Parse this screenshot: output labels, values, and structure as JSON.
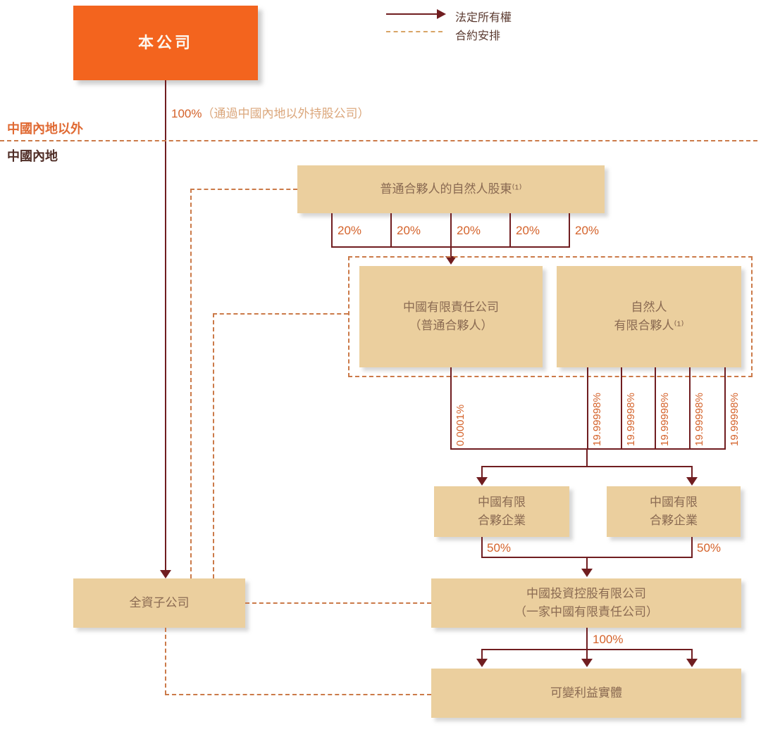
{
  "legend": {
    "solid_label": "法定所有權",
    "dashed_label": "合約安排"
  },
  "regions": {
    "outside": "中國內地以外",
    "inside": "中國內地"
  },
  "nodes": {
    "company": "本公司",
    "gp_shareholders": "普通合夥人的自然人股東⁽¹⁾",
    "prc_llc": "中國有限責任公司\n（普通合夥人）",
    "natural_lp": "自然人\n有限合夥人⁽¹⁾",
    "lp1": "中國有限\n合夥企業",
    "lp2": "中國有限\n合夥企業",
    "invest_holdco": "中國投資控股有限公司\n（一家中國有限責任公司）",
    "vie": "可變利益實體",
    "subsidiary": "全資子公司"
  },
  "labels": {
    "top_pct": "100%",
    "top_pct_note": "（通過中國內地以外持股公司）",
    "gp_pcts": [
      "20%",
      "20%",
      "20%",
      "20%",
      "20%"
    ],
    "gp_small_pct": "0.0001%",
    "lp_pcts": [
      "19.99998%",
      "19.99998%",
      "19.99998%",
      "19.99998%",
      "19.99998%"
    ],
    "lp_to_holdco_pcts": [
      "50%",
      "50%"
    ],
    "holdco_pct": "100%"
  },
  "colors": {
    "accent_orange": "#f3641e",
    "tan_box": "#ebcf9e",
    "line_dark_red": "#701d20",
    "label_orange": "#d4622a",
    "dashed_orange": "#cb7a49",
    "box_text_brown": "#8a6a52"
  }
}
